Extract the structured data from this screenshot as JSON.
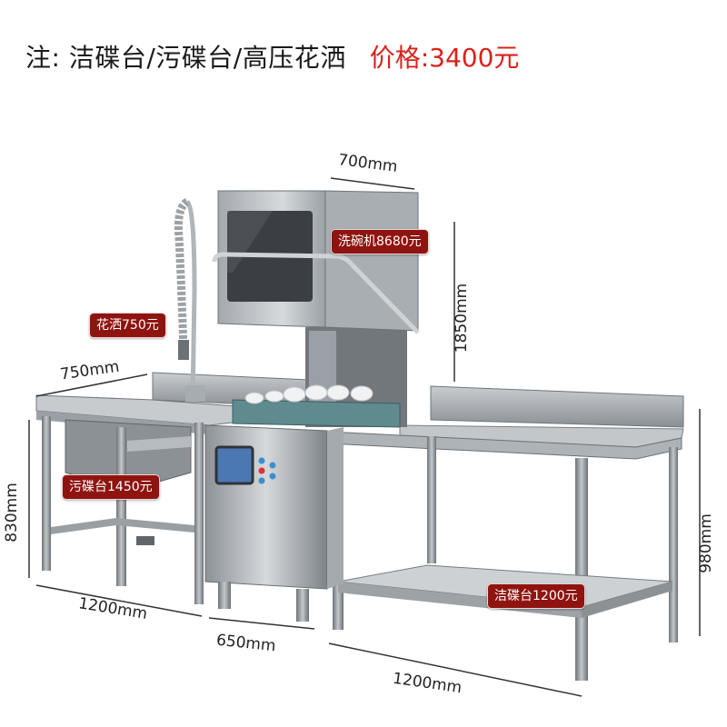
{
  "header": {
    "note": "注: 洁碟台/污碟台/高压花洒",
    "price": "价格:3400元"
  },
  "price_tags": {
    "dishwasher": "洗碗机8680元",
    "sprayer": "花洒750元",
    "dirty_table": "污碟台1450元",
    "clean_table": "洁碟台1200元"
  },
  "dimensions": {
    "dishwasher_width": "700mm",
    "dishwasher_height": "1850mm",
    "dirty_depth": "750mm",
    "dirty_height": "830mm",
    "clean_height": "980mm",
    "dirty_length": "1200mm",
    "machine_depth": "650mm",
    "clean_length": "1200mm"
  },
  "colors": {
    "accent_red": "#d9221c",
    "tag_bg": "#8f1410"
  }
}
